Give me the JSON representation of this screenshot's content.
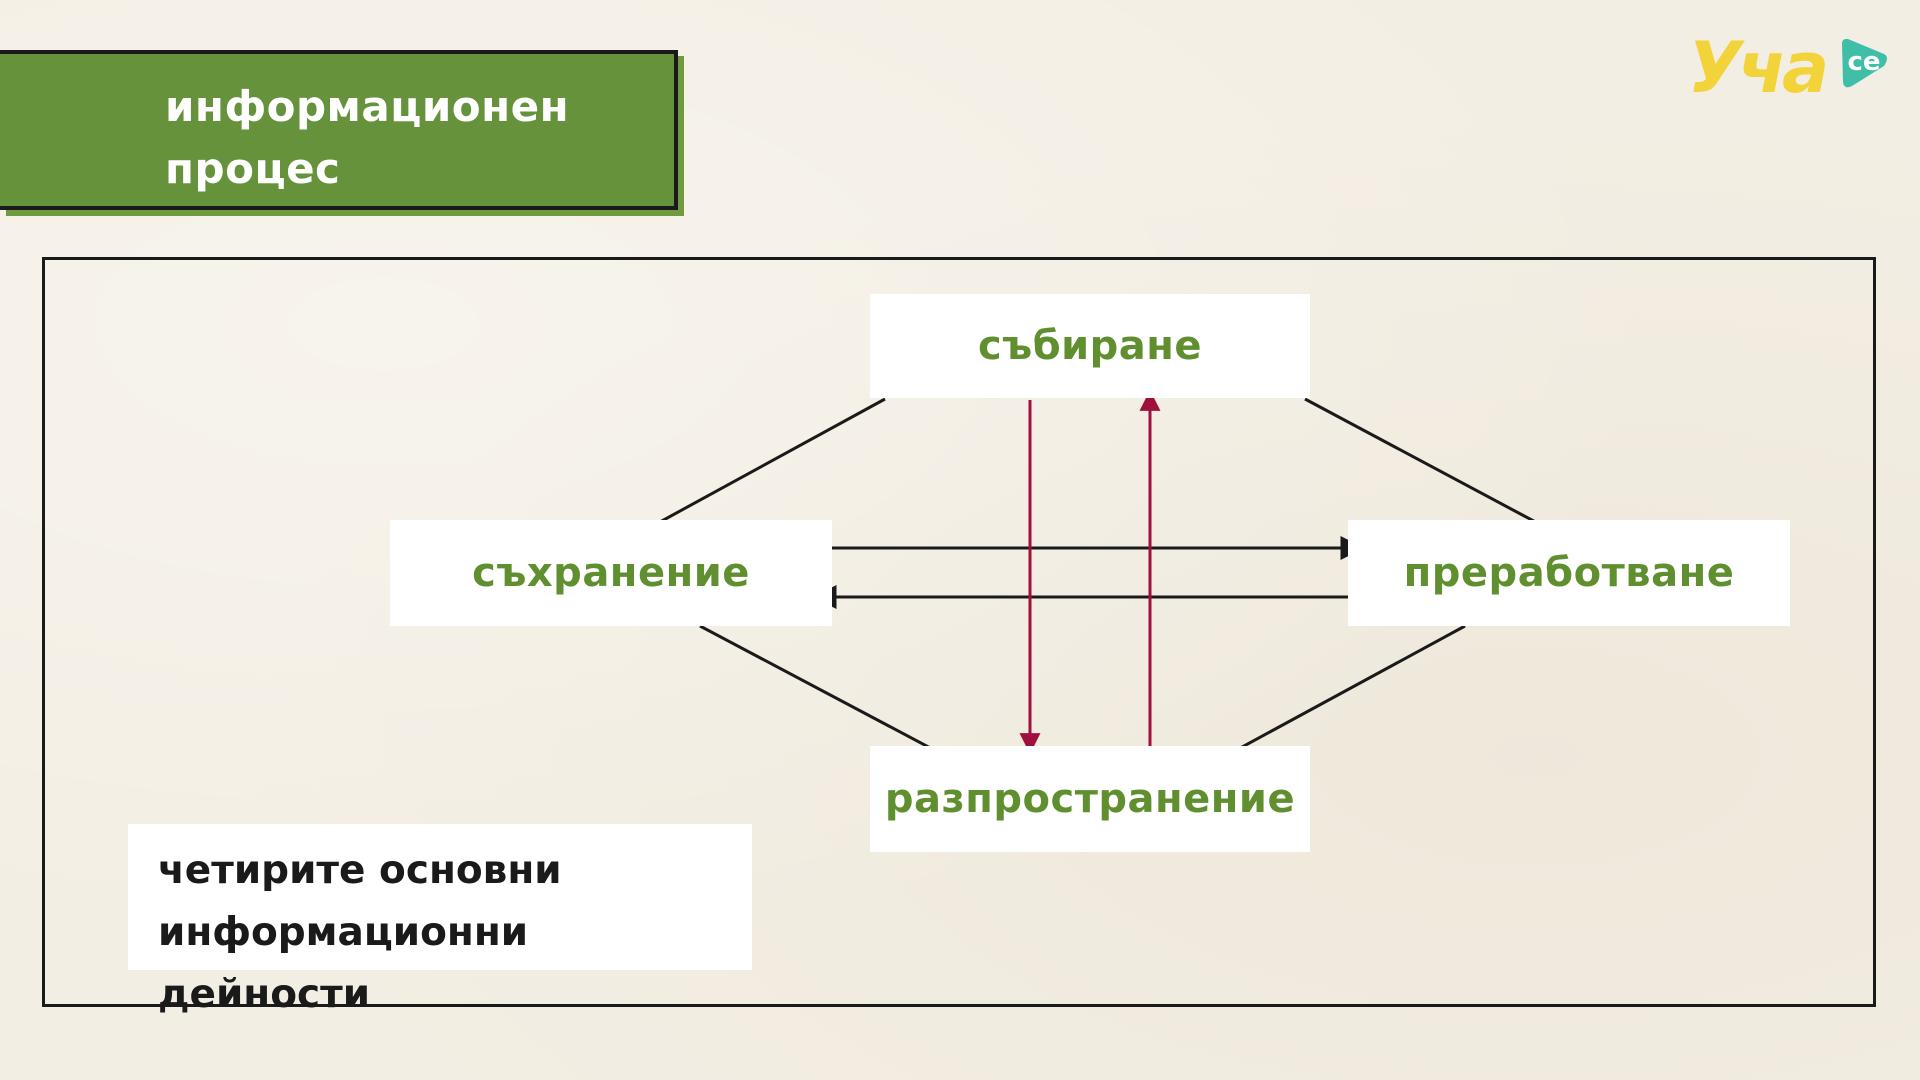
{
  "title": {
    "line1": "информационен",
    "line2": "процес"
  },
  "logo": {
    "text": "Уча",
    "badge": "се"
  },
  "nodes": {
    "top": "събиране",
    "left": "съхранение",
    "right": "преработване",
    "bottom": "разпространение"
  },
  "caption": {
    "line1": "четирите основни",
    "line2": "информационни дейности"
  },
  "colors": {
    "banner": "#65923a",
    "node_text": "#5f8f2f",
    "black_arrow": "#1a1a1a",
    "red_arrow": "#a0103f",
    "logo_yellow": "#f3d33a",
    "logo_badge": "#3fbfa8"
  }
}
